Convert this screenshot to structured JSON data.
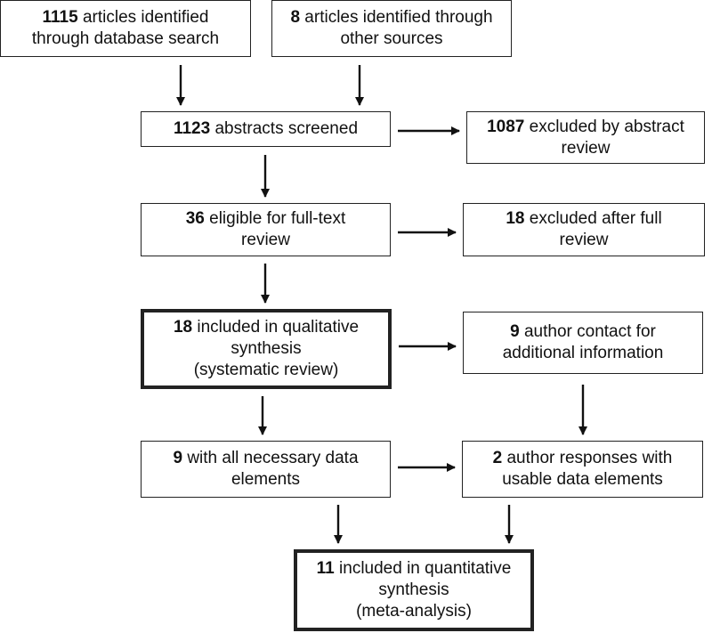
{
  "boxes": {
    "db_search": {
      "num": "1115",
      "line1": "articles identified",
      "line2": "through database search"
    },
    "other_src": {
      "num": "8",
      "line1": "articles identified through",
      "line2": "other sources"
    },
    "screened": {
      "num": "1123",
      "line1": "abstracts screened"
    },
    "excl_abs": {
      "num": "1087",
      "line1": "excluded by abstract",
      "line2": "review"
    },
    "eligible": {
      "num": "36",
      "line1": "eligible for full-text",
      "line2": "review"
    },
    "excl_full": {
      "num": "18",
      "line1": "excluded after full",
      "line2": "review"
    },
    "qualitative": {
      "num": "18",
      "line1": "included in qualitative",
      "line2": "synthesis",
      "line3": "(systematic review)"
    },
    "contact": {
      "num": "9",
      "line1": "author contact for",
      "line2": "additional information"
    },
    "necessary": {
      "num": "9",
      "line1": "with all necessary data",
      "line2": "elements"
    },
    "responses": {
      "num": "2",
      "line1": "author responses with",
      "line2": "usable data elements"
    },
    "quantitative": {
      "num": "11",
      "line1": "included in quantitative",
      "line2": "synthesis",
      "line3": "(meta-analysis)"
    }
  }
}
